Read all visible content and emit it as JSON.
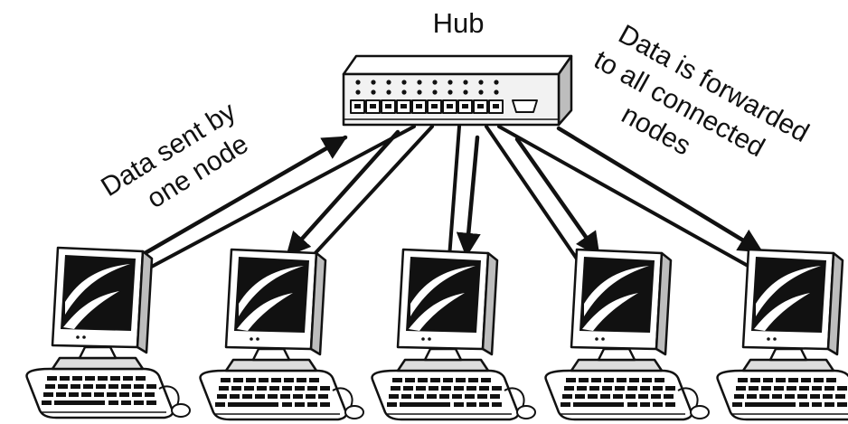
{
  "hub": {
    "label": "Hub"
  },
  "annotations": {
    "sent": {
      "line1": "Data sent by",
      "line2": "one node"
    },
    "forwarded": {
      "line1": "Data is forwarded",
      "line2": "to all connected",
      "line3": "nodes"
    }
  },
  "nodes": [
    {
      "id": "node-1",
      "role": "sender"
    },
    {
      "id": "node-2",
      "role": "receiver"
    },
    {
      "id": "node-3",
      "role": "receiver"
    },
    {
      "id": "node-4",
      "role": "receiver"
    },
    {
      "id": "node-5",
      "role": "receiver"
    }
  ],
  "colors": {
    "ink": "#111111",
    "paper": "#ffffff",
    "screen": "#111111",
    "hub_body": "#f2f2f2"
  }
}
